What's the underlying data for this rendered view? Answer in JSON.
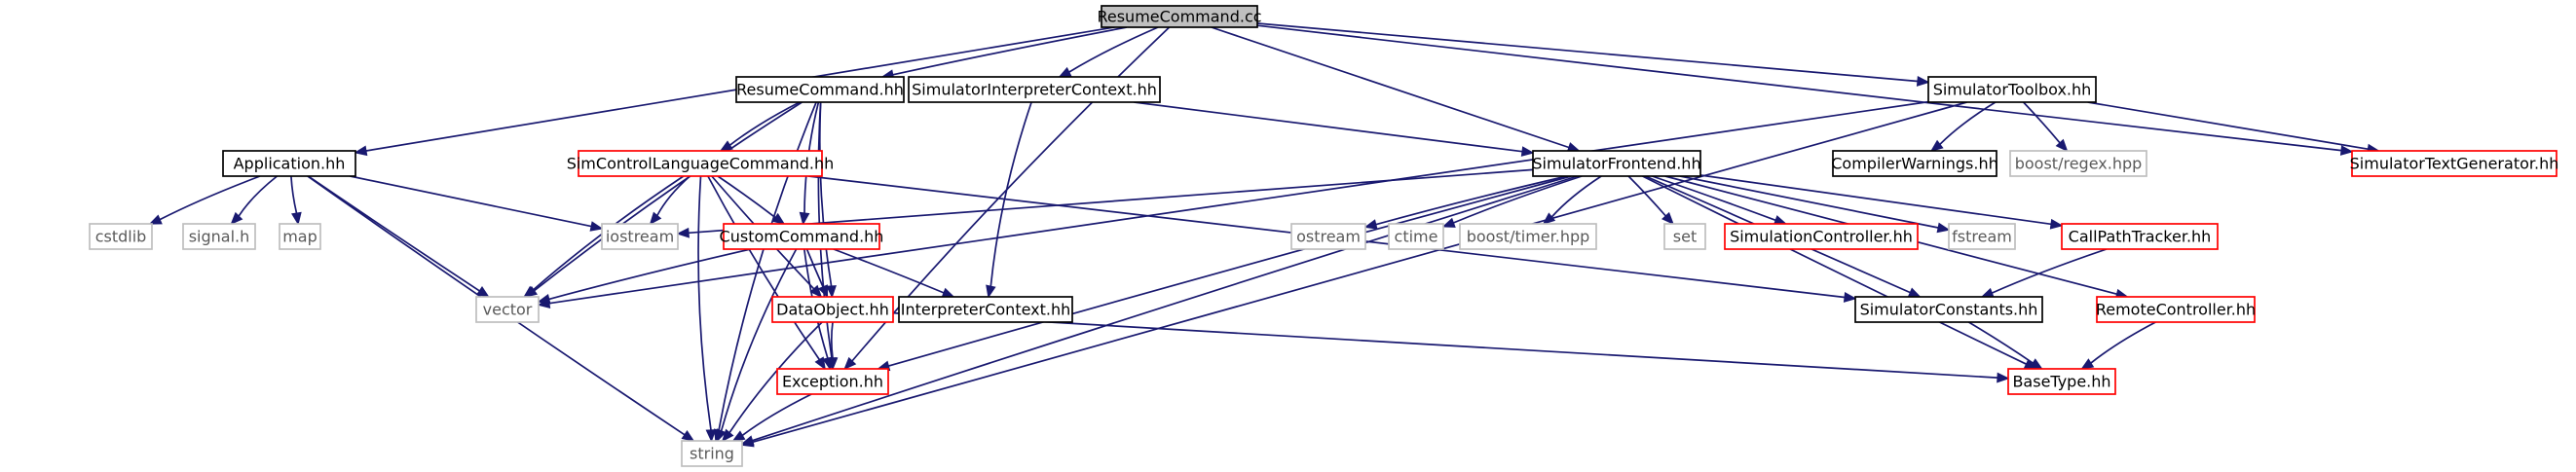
{
  "colors": {
    "edge": "#191970",
    "root_fill": "#bfbfbf",
    "root_border": "#000000",
    "local_border": "#000000",
    "external_border": "#bfbfbf",
    "has_more_border": "#ff0000"
  },
  "nodes": [
    {
      "id": "resumecommand_cc",
      "label": "ResumeCommand.cc",
      "kind": "root"
    },
    {
      "id": "resumecommand_hh",
      "label": "ResumeCommand.hh",
      "kind": "local"
    },
    {
      "id": "siminterp_ctx",
      "label": "SimulatorInterpreterContext.hh",
      "kind": "local"
    },
    {
      "id": "simtoolbox",
      "label": "SimulatorToolbox.hh",
      "kind": "local"
    },
    {
      "id": "simtextgen",
      "label": "SimulatorTextGenerator.hh",
      "kind": "has_more"
    },
    {
      "id": "application",
      "label": "Application.hh",
      "kind": "local"
    },
    {
      "id": "simcontrol_lang",
      "label": "SimControlLanguageCommand.hh",
      "kind": "has_more"
    },
    {
      "id": "simfrontend",
      "label": "SimulatorFrontend.hh",
      "kind": "local"
    },
    {
      "id": "compilerwarnings",
      "label": "CompilerWarnings.hh",
      "kind": "local"
    },
    {
      "id": "boost_regex",
      "label": "boost/regex.hpp",
      "kind": "external"
    },
    {
      "id": "cstdlib",
      "label": "cstdlib",
      "kind": "external"
    },
    {
      "id": "signal_h",
      "label": "signal.h",
      "kind": "external"
    },
    {
      "id": "map",
      "label": "map",
      "kind": "external"
    },
    {
      "id": "iostream",
      "label": "iostream",
      "kind": "external"
    },
    {
      "id": "customcommand",
      "label": "CustomCommand.hh",
      "kind": "has_more"
    },
    {
      "id": "ostream",
      "label": "ostream",
      "kind": "external"
    },
    {
      "id": "ctime",
      "label": "ctime",
      "kind": "external"
    },
    {
      "id": "boost_timer",
      "label": "boost/timer.hpp",
      "kind": "external"
    },
    {
      "id": "set",
      "label": "set",
      "kind": "external"
    },
    {
      "id": "simcontroller",
      "label": "SimulationController.hh",
      "kind": "has_more"
    },
    {
      "id": "fstream",
      "label": "fstream",
      "kind": "external"
    },
    {
      "id": "callpathtracker",
      "label": "CallPathTracker.hh",
      "kind": "has_more"
    },
    {
      "id": "vector",
      "label": "vector",
      "kind": "external"
    },
    {
      "id": "dataobject",
      "label": "DataObject.hh",
      "kind": "has_more"
    },
    {
      "id": "interpreterctx",
      "label": "InterpreterContext.hh",
      "kind": "local"
    },
    {
      "id": "simconstants",
      "label": "SimulatorConstants.hh",
      "kind": "local"
    },
    {
      "id": "remotecontroller",
      "label": "RemoteController.hh",
      "kind": "has_more"
    },
    {
      "id": "exception",
      "label": "Exception.hh",
      "kind": "has_more"
    },
    {
      "id": "basetype",
      "label": "BaseType.hh",
      "kind": "has_more"
    },
    {
      "id": "string",
      "label": "string",
      "kind": "external"
    }
  ],
  "edges": [
    {
      "from": "resumecommand_cc",
      "to": "resumecommand_hh"
    },
    {
      "from": "resumecommand_cc",
      "to": "siminterp_ctx"
    },
    {
      "from": "resumecommand_cc",
      "to": "simtoolbox"
    },
    {
      "from": "resumecommand_cc",
      "to": "simtextgen"
    },
    {
      "from": "resumecommand_cc",
      "to": "application"
    },
    {
      "from": "resumecommand_cc",
      "to": "simfrontend"
    },
    {
      "from": "resumecommand_cc",
      "to": "exception"
    },
    {
      "from": "resumecommand_hh",
      "to": "simcontrol_lang"
    },
    {
      "from": "resumecommand_hh",
      "to": "customcommand"
    },
    {
      "from": "resumecommand_hh",
      "to": "dataobject"
    },
    {
      "from": "resumecommand_hh",
      "to": "exception"
    },
    {
      "from": "resumecommand_hh",
      "to": "vector"
    },
    {
      "from": "resumecommand_hh",
      "to": "string"
    },
    {
      "from": "siminterp_ctx",
      "to": "simfrontend"
    },
    {
      "from": "siminterp_ctx",
      "to": "interpreterctx"
    },
    {
      "from": "simtoolbox",
      "to": "compilerwarnings"
    },
    {
      "from": "simtoolbox",
      "to": "boost_regex"
    },
    {
      "from": "simtoolbox",
      "to": "simtextgen"
    },
    {
      "from": "simtoolbox",
      "to": "vector"
    },
    {
      "from": "simtoolbox",
      "to": "string"
    },
    {
      "from": "application",
      "to": "cstdlib"
    },
    {
      "from": "application",
      "to": "signal_h"
    },
    {
      "from": "application",
      "to": "map"
    },
    {
      "from": "application",
      "to": "iostream"
    },
    {
      "from": "application",
      "to": "vector"
    },
    {
      "from": "application",
      "to": "string"
    },
    {
      "from": "simcontrol_lang",
      "to": "customcommand"
    },
    {
      "from": "simcontrol_lang",
      "to": "iostream"
    },
    {
      "from": "simcontrol_lang",
      "to": "vector"
    },
    {
      "from": "simcontrol_lang",
      "to": "string"
    },
    {
      "from": "simcontrol_lang",
      "to": "dataobject"
    },
    {
      "from": "simcontrol_lang",
      "to": "exception"
    },
    {
      "from": "simcontrol_lang",
      "to": "simconstants"
    },
    {
      "from": "customcommand",
      "to": "vector"
    },
    {
      "from": "customcommand",
      "to": "dataobject"
    },
    {
      "from": "customcommand",
      "to": "interpreterctx"
    },
    {
      "from": "customcommand",
      "to": "exception"
    },
    {
      "from": "customcommand",
      "to": "string"
    },
    {
      "from": "dataobject",
      "to": "exception"
    },
    {
      "from": "dataobject",
      "to": "string"
    },
    {
      "from": "dataobject",
      "to": "basetype"
    },
    {
      "from": "exception",
      "to": "string"
    },
    {
      "from": "simfrontend",
      "to": "iostream"
    },
    {
      "from": "simfrontend",
      "to": "ostream"
    },
    {
      "from": "simfrontend",
      "to": "ctime"
    },
    {
      "from": "simfrontend",
      "to": "boost_timer"
    },
    {
      "from": "simfrontend",
      "to": "set"
    },
    {
      "from": "simfrontend",
      "to": "simcontroller"
    },
    {
      "from": "simfrontend",
      "to": "fstream"
    },
    {
      "from": "simfrontend",
      "to": "callpathtracker"
    },
    {
      "from": "simfrontend",
      "to": "remotecontroller"
    },
    {
      "from": "simfrontend",
      "to": "simconstants"
    },
    {
      "from": "simfrontend",
      "to": "basetype"
    },
    {
      "from": "simfrontend",
      "to": "exception"
    },
    {
      "from": "simfrontend",
      "to": "string"
    },
    {
      "from": "callpathtracker",
      "to": "simconstants"
    },
    {
      "from": "remotecontroller",
      "to": "basetype"
    },
    {
      "from": "simconstants",
      "to": "basetype"
    }
  ]
}
